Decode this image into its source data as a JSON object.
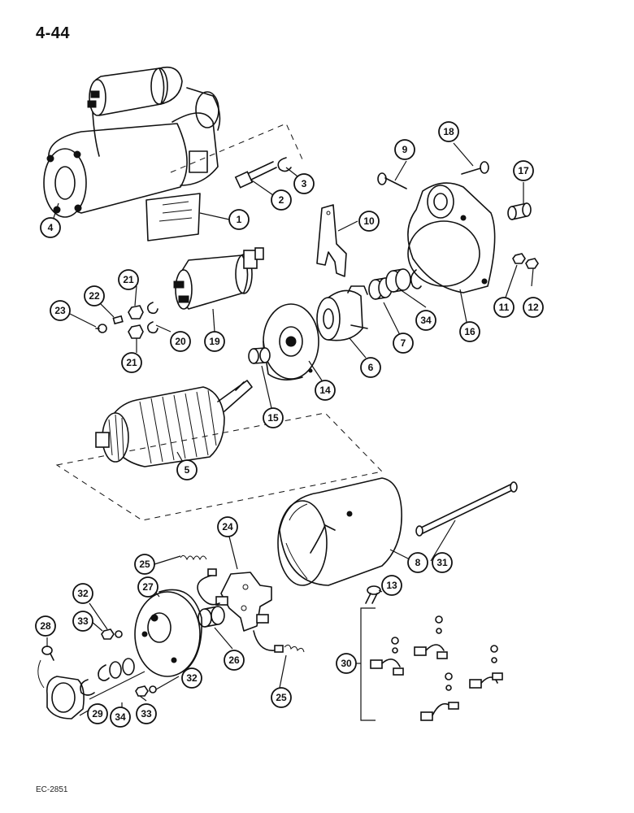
{
  "page": {
    "number": "4-44",
    "ref_code": "EC-2851"
  },
  "callouts": [
    {
      "id": "c1",
      "label": "1"
    },
    {
      "id": "c2",
      "label": "2"
    },
    {
      "id": "c3",
      "label": "3"
    },
    {
      "id": "c4",
      "label": "4"
    },
    {
      "id": "c5",
      "label": "5"
    },
    {
      "id": "c6",
      "label": "6"
    },
    {
      "id": "c7",
      "label": "7"
    },
    {
      "id": "c8",
      "label": "8"
    },
    {
      "id": "c9",
      "label": "9"
    },
    {
      "id": "c10",
      "label": "10"
    },
    {
      "id": "c11",
      "label": "11"
    },
    {
      "id": "c12",
      "label": "12"
    },
    {
      "id": "c13",
      "label": "13"
    },
    {
      "id": "c14",
      "label": "14"
    },
    {
      "id": "c15",
      "label": "15"
    },
    {
      "id": "c16",
      "label": "16"
    },
    {
      "id": "c17",
      "label": "17"
    },
    {
      "id": "c18",
      "label": "18"
    },
    {
      "id": "c19",
      "label": "19"
    },
    {
      "id": "c20",
      "label": "20"
    },
    {
      "id": "c21a",
      "label": "21"
    },
    {
      "id": "c21b",
      "label": "21"
    },
    {
      "id": "c22",
      "label": "22"
    },
    {
      "id": "c23",
      "label": "23"
    },
    {
      "id": "c24",
      "label": "24"
    },
    {
      "id": "c25a",
      "label": "25"
    },
    {
      "id": "c25b",
      "label": "25"
    },
    {
      "id": "c26",
      "label": "26"
    },
    {
      "id": "c27",
      "label": "27"
    },
    {
      "id": "c28",
      "label": "28"
    },
    {
      "id": "c29",
      "label": "29"
    },
    {
      "id": "c30",
      "label": "30"
    },
    {
      "id": "c31",
      "label": "31"
    },
    {
      "id": "c32a",
      "label": "32"
    },
    {
      "id": "c32b",
      "label": "32"
    },
    {
      "id": "c33a",
      "label": "33"
    },
    {
      "id": "c33b",
      "label": "33"
    },
    {
      "id": "c34a",
      "label": "34"
    },
    {
      "id": "c34b",
      "label": "34"
    }
  ]
}
